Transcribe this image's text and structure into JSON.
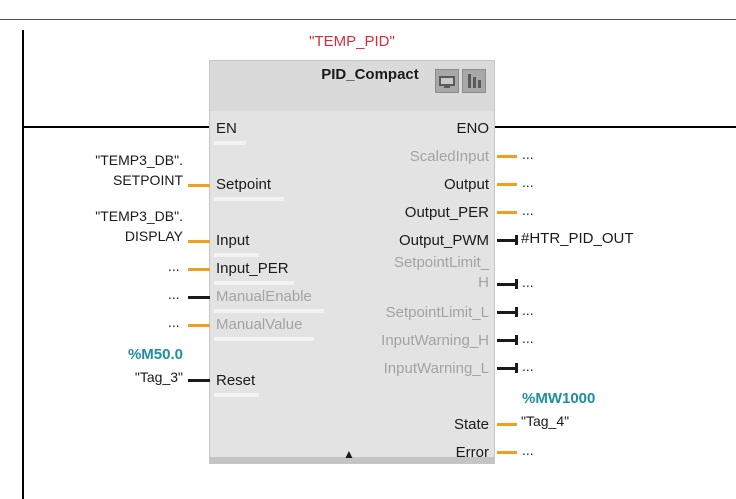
{
  "instance_name": "\"TEMP_PID\"",
  "block": {
    "type": "PID_Compact",
    "collapse_glyph": "▲"
  },
  "icons": [
    "monitor-icon",
    "toggle-io-icon",
    "collapse-arrow-icon"
  ],
  "colors": {
    "instance_name": "#d42e3c",
    "address": "#1e8fa0",
    "wire_connected": "#f0a020",
    "inactive_pin": "#a3a3a3",
    "block_fill": "#e3e3e3"
  },
  "pins": {
    "inputs": {
      "en": "EN",
      "setpoint": "Setpoint",
      "input": "Input",
      "input_per": "Input_PER",
      "manual_enable": "ManualEnable",
      "manual_value": "ManualValue",
      "reset": "Reset"
    },
    "outputs": {
      "eno": "ENO",
      "scaled_input": "ScaledInput",
      "output": "Output",
      "output_per": "Output_PER",
      "output_pwm": "Output_PWM",
      "setpoint_limit_h_1": "SetpointLimit_",
      "setpoint_limit_h_2": "H",
      "setpoint_limit_l": "SetpointLimit_L",
      "input_warning_h": "InputWarning_H",
      "input_warning_l": "InputWarning_L",
      "state": "State",
      "error": "Error"
    }
  },
  "operands": {
    "setpoint_line1": "\"TEMP3_DB\".",
    "setpoint_line2": "SETPOINT",
    "input_line1": "\"TEMP3_DB\".",
    "input_line2": "DISPLAY",
    "input_per": "...",
    "manual_enable": "...",
    "manual_value": "...",
    "reset_address": "%M50.0",
    "reset_tag": "\"Tag_3\"",
    "scaled_input": "...",
    "output": "...",
    "output_per": "...",
    "output_pwm": "#HTR_PID_OUT",
    "setpoint_limit_h": "...",
    "setpoint_limit_l": "...",
    "input_warning_h": "...",
    "input_warning_l": "...",
    "state_address": "%MW1000",
    "state_tag": "\"Tag_4\"",
    "error": "..."
  }
}
